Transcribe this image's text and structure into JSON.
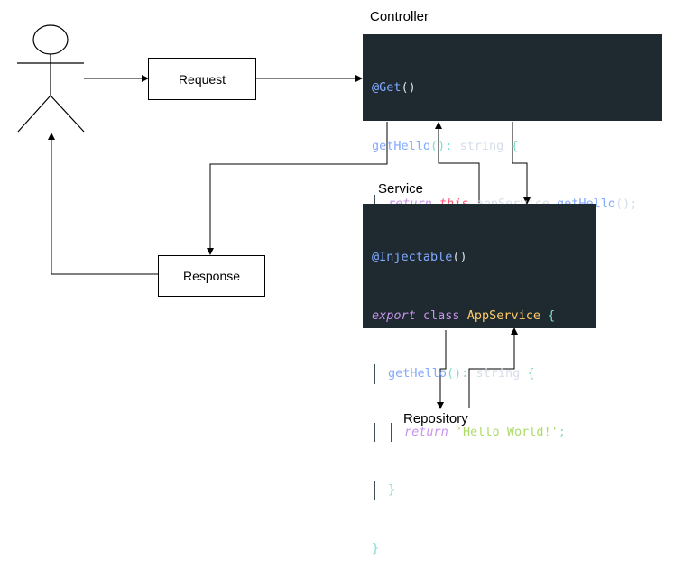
{
  "labels": {
    "controller": "Controller",
    "service": "Service",
    "repository": "Repository"
  },
  "boxes": {
    "request": "Request",
    "response": "Response"
  },
  "controller_code": {
    "line1": {
      "decorator": "@Get",
      "parens": "()"
    },
    "line2": {
      "name": "getHello",
      "sig": "(): ",
      "type": "string",
      "brace": " {"
    },
    "line3": {
      "keyword": "return",
      "this": "this",
      "mid": ".appService.",
      "call": "getHello",
      "end": "();"
    },
    "line4": {
      "brace": "}"
    }
  },
  "service_code": {
    "line1": {
      "decorator": "@Injectable",
      "parens": "()"
    },
    "line2": {
      "export": "export",
      "class": "class",
      "name": "AppService",
      "brace": " {"
    },
    "line3": {
      "name": "getHello",
      "sig": "(): ",
      "type": "string",
      "brace": " {"
    },
    "line4": {
      "keyword": "return",
      "string": "'Hello World!'",
      "semi": ";"
    },
    "line5": {
      "brace": "}"
    },
    "line6": {
      "brace": "}"
    }
  }
}
